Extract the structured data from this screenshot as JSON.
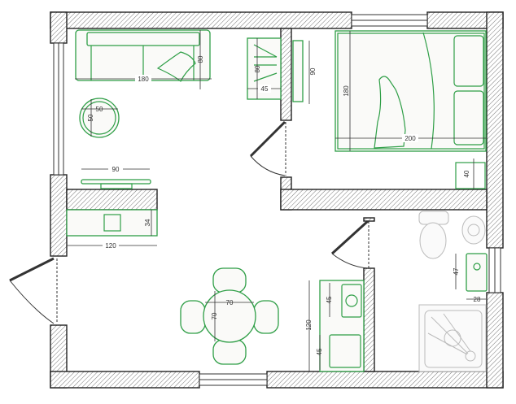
{
  "title": "Apartment floor plan",
  "colors": {
    "furniture": "#2e9e46",
    "wall": "#222222",
    "fixtures": "#bbbbbb"
  },
  "living_room": {
    "sofa_width": "180",
    "sofa_depth": "80",
    "side_table_w": "50",
    "side_table_d": "50",
    "tv_stand_width": "90",
    "shelf_width": "80",
    "shelf_depth": "45"
  },
  "bedroom": {
    "wardrobe_width": "90",
    "bed_length": "200",
    "bed_width": "180",
    "nightstand": "40"
  },
  "hallway": {
    "console_width": "120",
    "console_depth": "34"
  },
  "dining": {
    "table_w": "70",
    "table_d": "70"
  },
  "kitchen": {
    "counter_length": "120",
    "cooktop_depth": "45",
    "sink_depth": "45"
  },
  "bathroom": {
    "basin_width": "47",
    "basin_offset": "28"
  }
}
